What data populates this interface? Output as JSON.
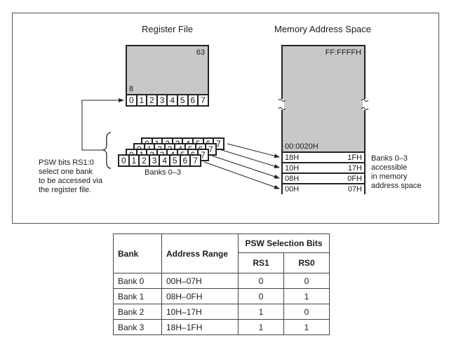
{
  "diagram": {
    "register_file": {
      "title": "Register File",
      "top_label": "63",
      "bottom_label": "8",
      "cells": [
        "0",
        "1",
        "2",
        "3",
        "4",
        "5",
        "6",
        "7"
      ]
    },
    "memory": {
      "title": "Memory Address Space",
      "top_label": "FF:FFFFH",
      "bottom_label": "00:0020H",
      "rows": [
        {
          "start": "18H",
          "end": "1FH"
        },
        {
          "start": "10H",
          "end": "17H"
        },
        {
          "start": "08H",
          "end": "0FH"
        },
        {
          "start": "00H",
          "end": "07H"
        }
      ]
    },
    "banks": {
      "label": "Banks 0–3",
      "cells": [
        "0",
        "1",
        "2",
        "3",
        "4",
        "5",
        "6",
        "7"
      ]
    },
    "psw_note": [
      "PSW bits RS1:0",
      "select one bank",
      "to be accessed via",
      "the register file."
    ],
    "mem_note": [
      "Banks 0–3",
      "accessible",
      "in memory",
      "address space"
    ]
  },
  "table": {
    "headers": {
      "bank": "Bank",
      "address_range": "Address Range",
      "psw": "PSW Selection Bits",
      "rs1": "RS1",
      "rs0": "RS0"
    },
    "rows": [
      {
        "bank": "Bank 0",
        "range": "00H–07H",
        "rs1": "0",
        "rs0": "0"
      },
      {
        "bank": "Bank 1",
        "range": "08H–0FH",
        "rs1": "0",
        "rs0": "1"
      },
      {
        "bank": "Bank 2",
        "range": "10H–17H",
        "rs1": "1",
        "rs0": "0"
      },
      {
        "bank": "Bank 3",
        "range": "18H–1FH",
        "rs1": "1",
        "rs0": "1"
      }
    ]
  }
}
